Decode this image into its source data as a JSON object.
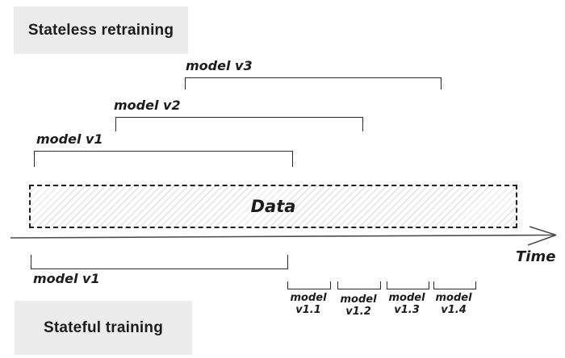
{
  "diagram": {
    "title_top": "Stateless retraining",
    "title_bottom": "Stateful training",
    "stateless": {
      "brackets": [
        {
          "label": "model v3"
        },
        {
          "label": "model v2"
        },
        {
          "label": "model v1"
        }
      ]
    },
    "data_band": {
      "label": "Data"
    },
    "axis": {
      "label": "Time"
    },
    "stateful": {
      "base_model": {
        "label": "model v1"
      },
      "fine_tuned": [
        {
          "name": "model",
          "version": "v1.1"
        },
        {
          "name": "model",
          "version": "v1.2"
        },
        {
          "name": "model",
          "version": "v1.3"
        },
        {
          "name": "model",
          "version": "v1.4"
        }
      ]
    },
    "colors": {
      "header_bg": "#ececec",
      "ink": "#1c1c1c",
      "axis_stroke": "#4d4d4d",
      "hatch": "#dadada"
    }
  }
}
